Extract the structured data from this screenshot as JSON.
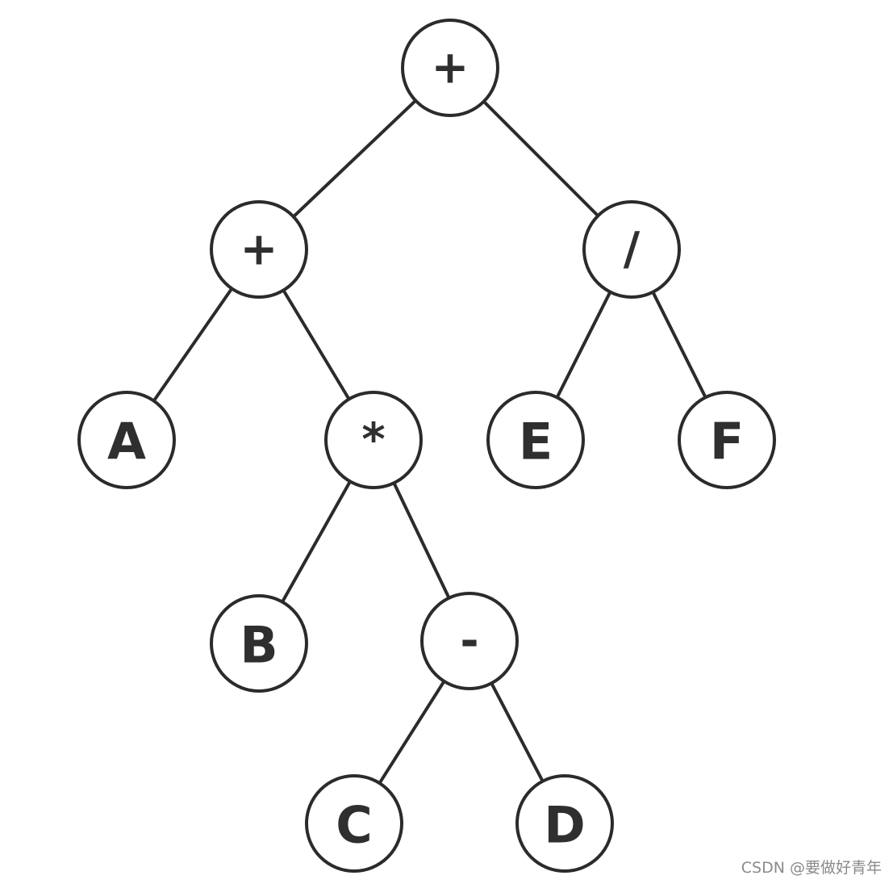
{
  "tree": {
    "nodes": [
      {
        "id": "root",
        "label": "+",
        "kind": "operator",
        "children": [
          "plus",
          "div"
        ]
      },
      {
        "id": "plus",
        "label": "+",
        "kind": "operator",
        "children": [
          "a",
          "mul"
        ]
      },
      {
        "id": "div",
        "label": "/",
        "kind": "operator",
        "children": [
          "e",
          "f"
        ]
      },
      {
        "id": "a",
        "label": "A",
        "kind": "operand",
        "children": []
      },
      {
        "id": "mul",
        "label": "*",
        "kind": "operator",
        "children": [
          "b",
          "minus"
        ]
      },
      {
        "id": "e",
        "label": "E",
        "kind": "operand",
        "children": []
      },
      {
        "id": "f",
        "label": "F",
        "kind": "operand",
        "children": []
      },
      {
        "id": "b",
        "label": "B",
        "kind": "operand",
        "children": []
      },
      {
        "id": "minus",
        "label": "-",
        "kind": "operator",
        "children": [
          "c",
          "d"
        ]
      },
      {
        "id": "c",
        "label": "C",
        "kind": "operand",
        "children": []
      },
      {
        "id": "d",
        "label": "D",
        "kind": "operand",
        "children": []
      }
    ]
  },
  "watermark": {
    "text": "CSDN @要做好青年"
  },
  "colors": {
    "stroke": "#2b2b2b",
    "text": "#2f2f2f",
    "background": "#ffffff",
    "watermark": "#8a8a8a"
  }
}
